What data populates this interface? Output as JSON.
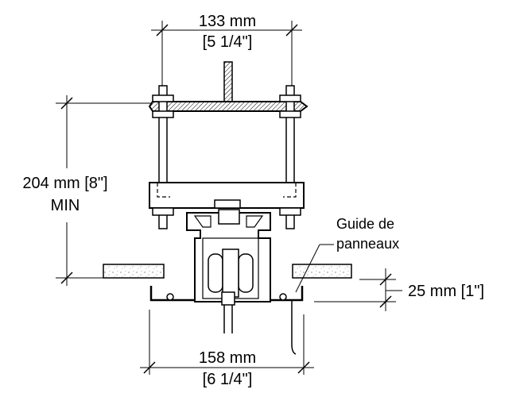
{
  "dimensions": {
    "top_width": {
      "metric": "133 mm",
      "imperial": "[5 1/4\"]"
    },
    "height": {
      "metric": "204 mm [8\"]",
      "note": "MIN"
    },
    "bottom_width": {
      "metric": "158 mm",
      "imperial": "[6 1/4\"]"
    },
    "panel_offset": {
      "metric": "25 mm [1\"]"
    }
  },
  "callout": {
    "line1": "Guide de",
    "line2": "panneaux"
  }
}
